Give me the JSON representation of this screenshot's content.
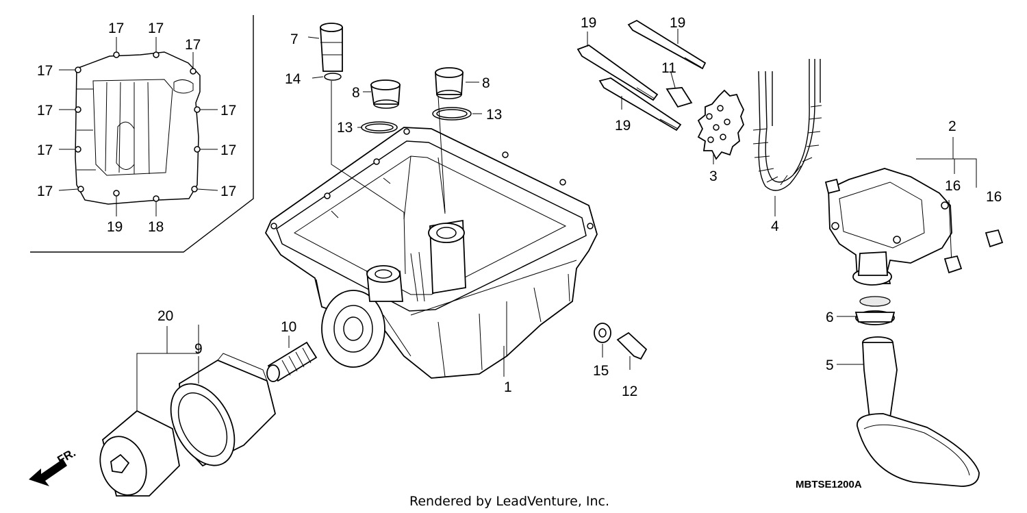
{
  "callouts": {
    "c1": "1",
    "c2": "2",
    "c3": "3",
    "c4": "4",
    "c5": "5",
    "c6": "6",
    "c7": "7",
    "c8a": "8",
    "c8b": "8",
    "c9": "9",
    "c10": "10",
    "c11": "11",
    "c12": "12",
    "c13a": "13",
    "c13b": "13",
    "c14": "14",
    "c15": "15",
    "c16a": "16",
    "c16b": "16",
    "c18": "18",
    "c19a": "19",
    "c19b": "19",
    "c19c": "19",
    "c19d": "19",
    "c20": "20",
    "c17_top1": "17",
    "c17_top2": "17",
    "c17_top3": "17",
    "c17_l1": "17",
    "c17_l2": "17",
    "c17_l3": "17",
    "c17_l4": "17",
    "c17_r1": "17",
    "c17_r2": "17",
    "c17_r3": "17"
  },
  "front_label": "FR.",
  "diagram_code": "MBTSE1200A",
  "credit": "Rendered by LeadVenture, Inc."
}
